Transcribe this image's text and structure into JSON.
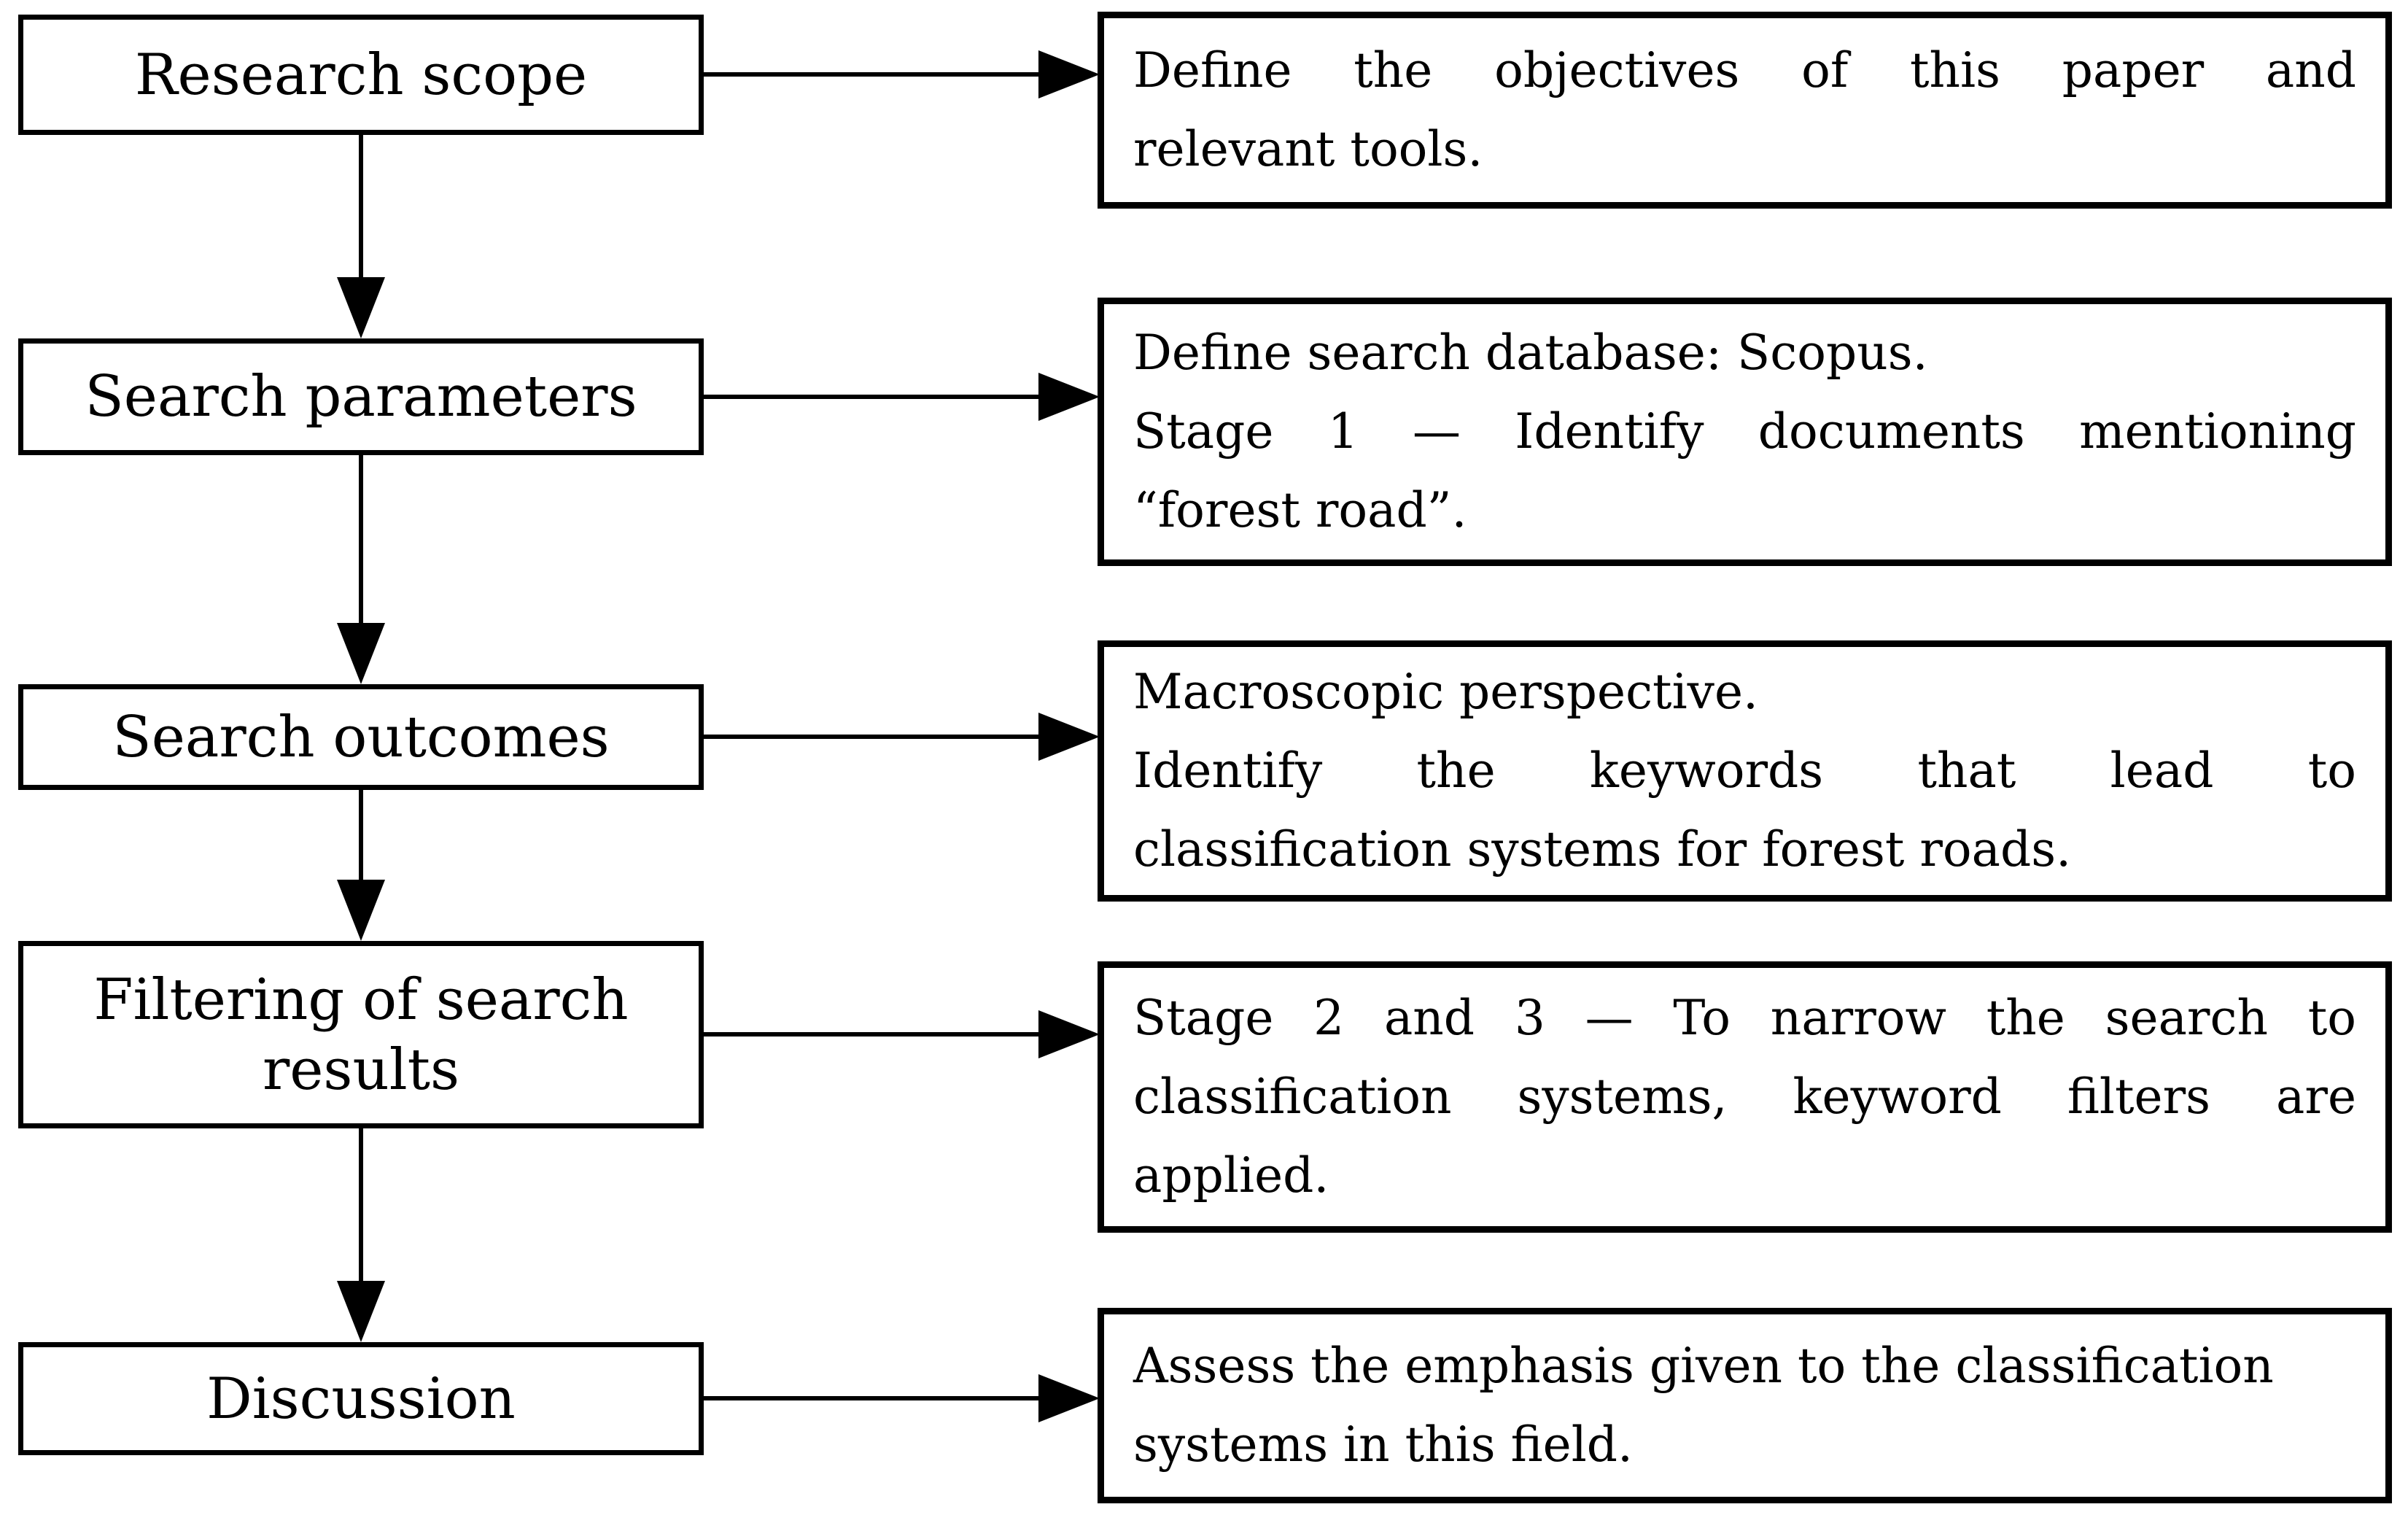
{
  "diagram": {
    "type": "flowchart",
    "colors": {
      "stroke": "#000000",
      "box_fill": "#ffffff",
      "text": "#000000",
      "background": "#ffffff"
    },
    "steps": [
      {
        "label": "Research scope",
        "description_lines": [
          "Define the objectives of this paper and",
          "relevant tools."
        ]
      },
      {
        "label": "Search parameters",
        "description_lines": [
          "Define search database: Scopus.",
          "Stage 1 — Identify documents mentioning",
          "“forest road”."
        ]
      },
      {
        "label": "Search outcomes",
        "description_lines": [
          "Macroscopic perspective.",
          "Identify the keywords that lead to",
          "classification systems for forest roads."
        ]
      },
      {
        "label": "Filtering of search results",
        "description_lines": [
          "Stage 2 and 3 — To narrow the search to",
          "classification systems, keyword filters are",
          "applied."
        ]
      },
      {
        "label": "Discussion",
        "description_lines": [
          "Assess the emphasis given to the classification",
          "systems in this field."
        ]
      }
    ]
  }
}
